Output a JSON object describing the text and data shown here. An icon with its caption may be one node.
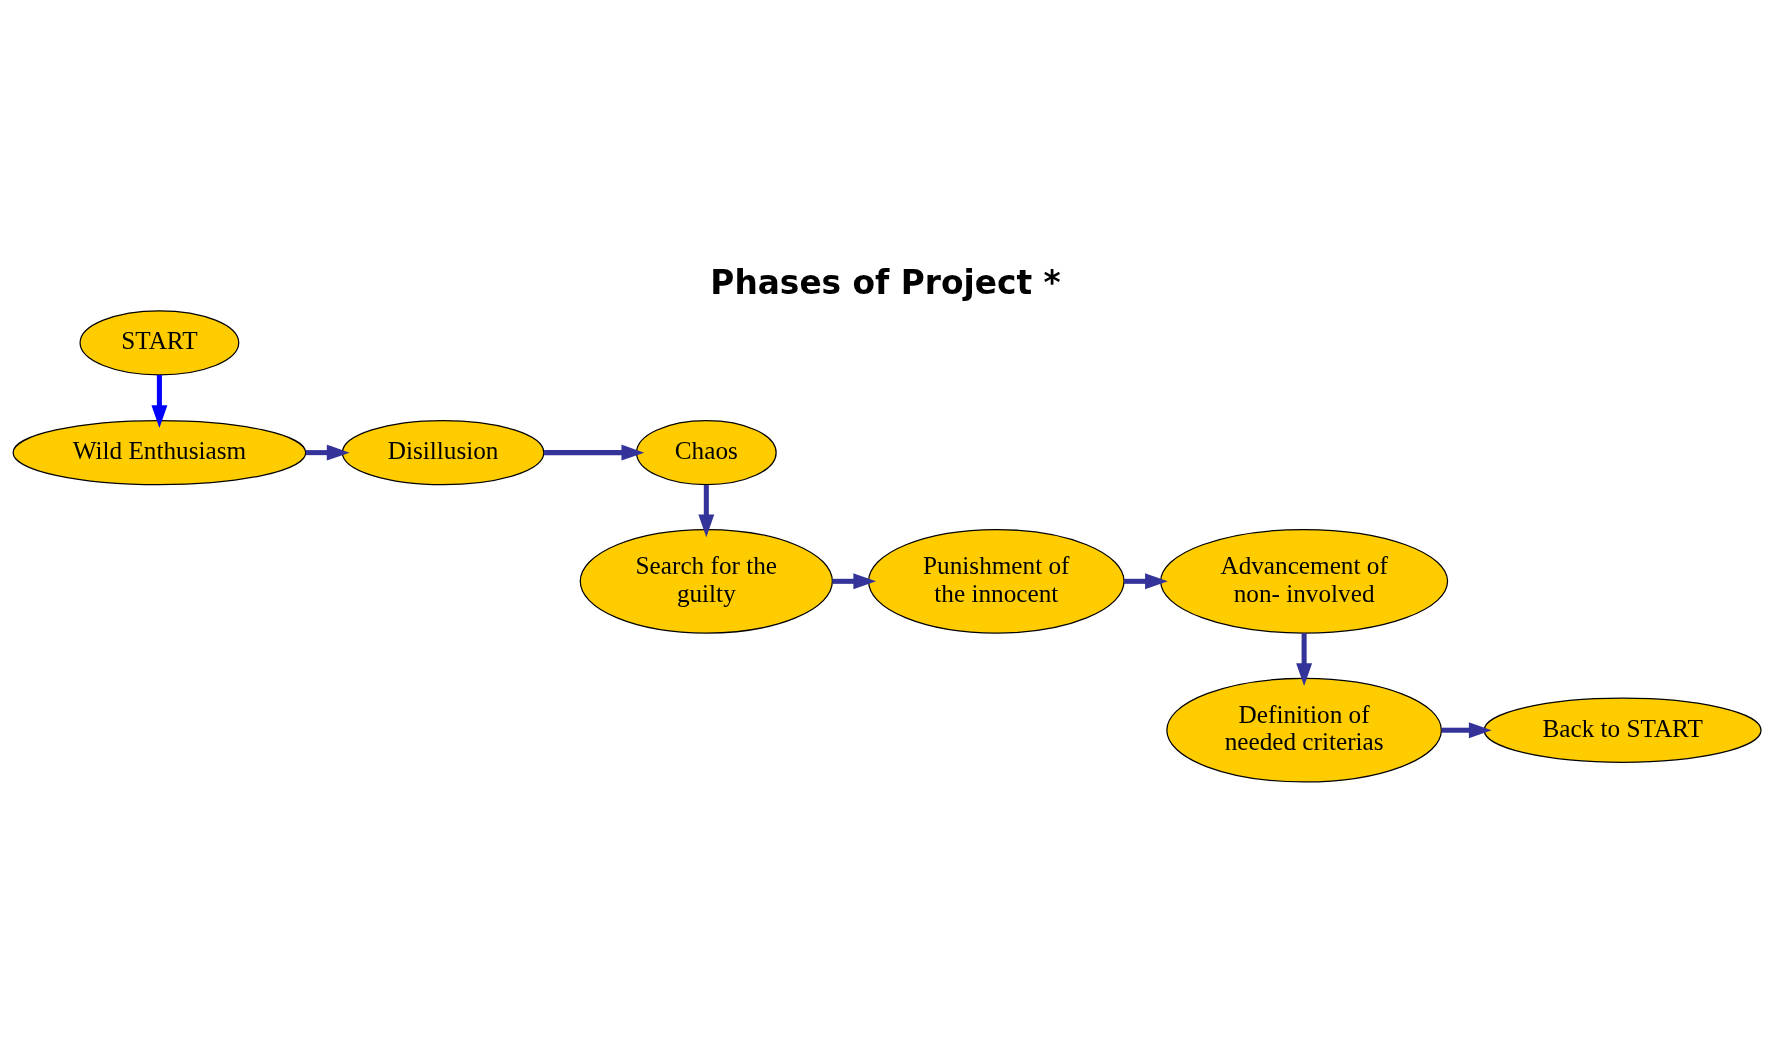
{
  "diagram": {
    "title": "Phases of Project *",
    "nodes": [
      {
        "text": [
          "START"
        ]
      },
      {
        "text": [
          "Wild Enthusiasm"
        ]
      },
      {
        "text": [
          "Disillusion"
        ]
      },
      {
        "text": [
          "Chaos"
        ]
      },
      {
        "text": [
          "Search for the guilty"
        ]
      },
      {
        "text": [
          "Punishment of the innocent"
        ]
      },
      {
        "text": [
          "Advancement of non- involved"
        ]
      },
      {
        "text": [
          "Definition of needed criterias"
        ]
      },
      {
        "text": [
          "Back to START"
        ]
      }
    ],
    "edges": [
      {
        "from": 0,
        "to": 1,
        "arrow": "to",
        "color": "#0000ff"
      },
      {
        "from": 1,
        "to": 2,
        "arrow": "to"
      },
      {
        "from": 2,
        "to": 3,
        "arrow": "to"
      },
      {
        "from": 3,
        "to": 4,
        "arrow": "to"
      },
      {
        "from": 4,
        "to": 5,
        "arrow": "to"
      },
      {
        "from": 5,
        "to": 6,
        "arrow": "to"
      },
      {
        "from": 6,
        "to": 7,
        "arrow": "to"
      },
      {
        "from": 7,
        "to": 8,
        "arrow": "to"
      }
    ]
  }
}
